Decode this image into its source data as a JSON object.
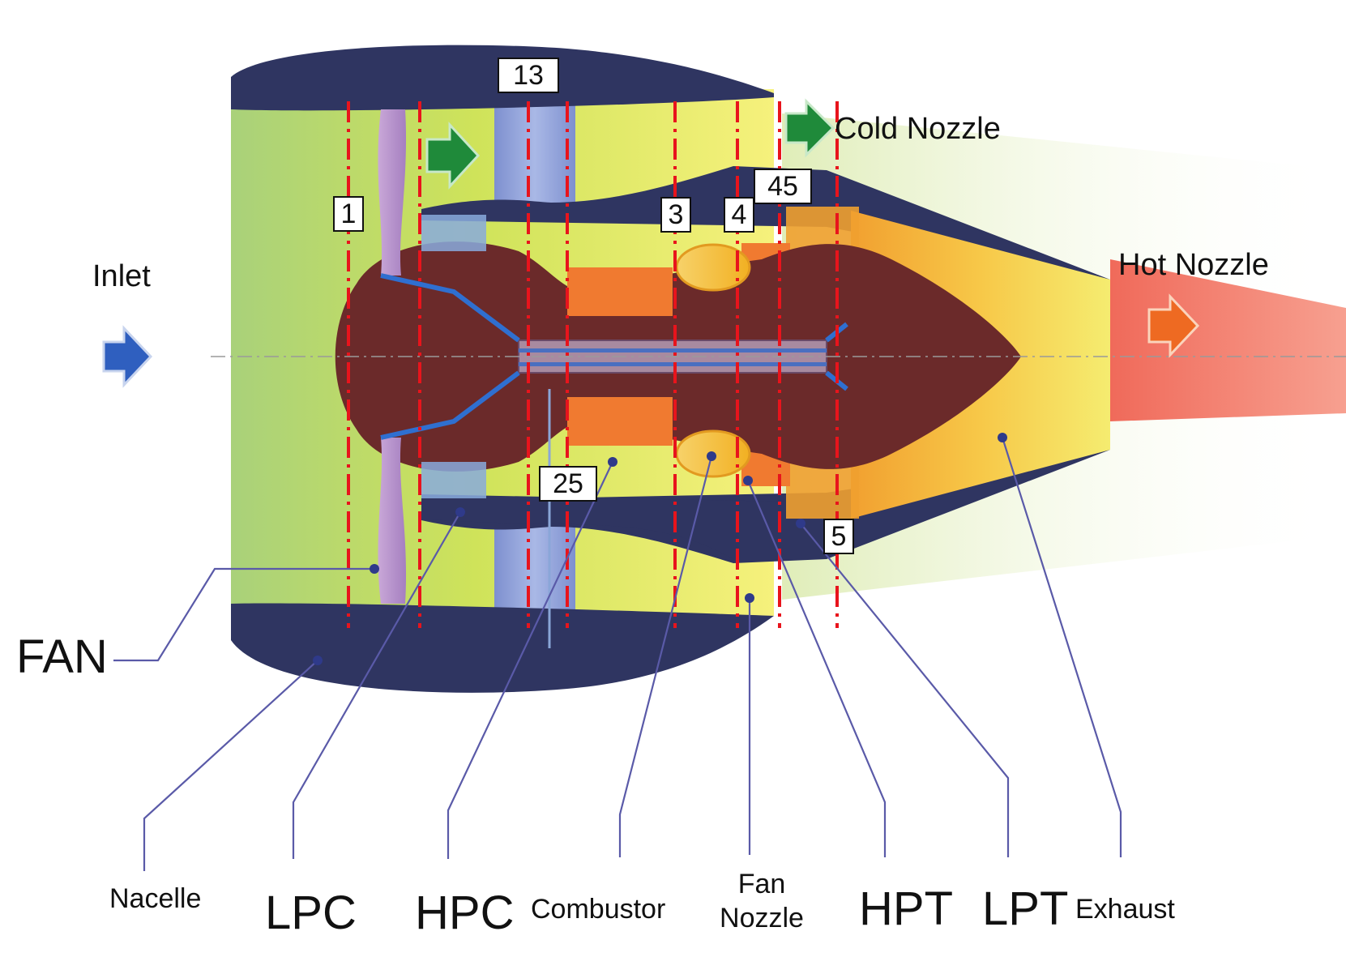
{
  "labels": {
    "inlet": "Inlet",
    "cold_nozzle": "Cold Nozzle",
    "hot_nozzle": "Hot Nozzle",
    "fan": "FAN",
    "nacelle": "Nacelle",
    "lpc": "LPC",
    "hpc": "HPC",
    "combustor": "Combustor",
    "fan_nozzle_line1": "Fan",
    "fan_nozzle_line2": "Nozzle",
    "hpt": "HPT",
    "lpt": "LPT",
    "exhaust": "Exhaust"
  },
  "stations": {
    "s1": "1",
    "s13": "13",
    "s25": "25",
    "s3": "3",
    "s4": "4",
    "s45": "45",
    "s5": "5"
  },
  "colors": {
    "nacelle": "#2f3561",
    "core": "#6b2a2a",
    "bypass_green": "#b7d66a",
    "bypass_yellow": "#f4f07a",
    "station_line": "#e8141c",
    "leader_line": "#5a5aa8",
    "inlet_arrow": "#2f5fbf",
    "bypass_arrow": "#1f8a3a",
    "hot_arrow": "#ee6a22",
    "shaft": "#7a5a7a",
    "blue_structure": "#2f6fd0"
  }
}
